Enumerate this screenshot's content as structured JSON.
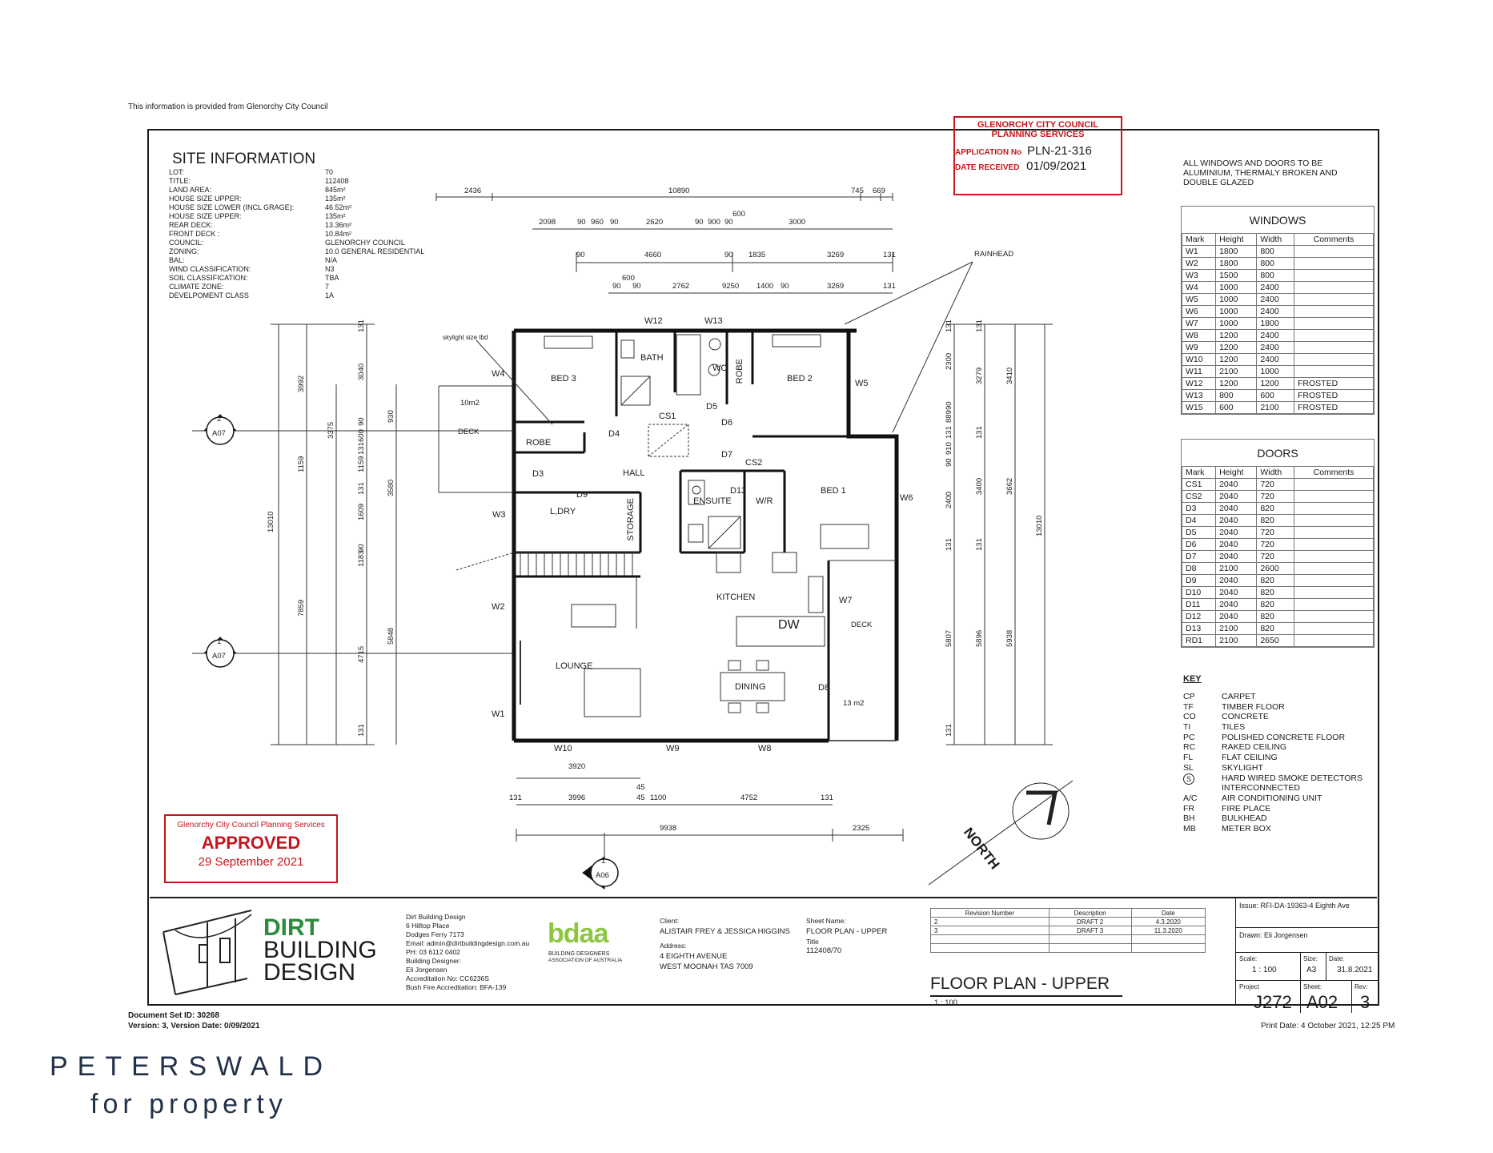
{
  "header_note": "This information is provided from Glenorchy City Council",
  "site_info": {
    "title": "SITE INFORMATION",
    "rows": [
      {
        "k": "LOT:",
        "v": "70"
      },
      {
        "k": "TITLE:",
        "v": "112408"
      },
      {
        "k": "LAND AREA:",
        "v": "845m²"
      },
      {
        "k": "HOUSE SIZE UPPER:",
        "v": "135m²"
      },
      {
        "k": "HOUSE SIZE LOWER (INCL GRAGE):",
        "v": "46.52m²"
      },
      {
        "k": "HOUSE SIZE UPPER:",
        "v": "135m²"
      },
      {
        "k": "REAR DECK:",
        "v": "13.36m²"
      },
      {
        "k": "FRONT DECK :",
        "v": "10.84m²"
      },
      {
        "k": "COUNCIL:",
        "v": "GLENORCHY COUNCIL"
      },
      {
        "k": "ZONING:",
        "v": "10.0 GENERAL RESIDENTIAL"
      },
      {
        "k": "BAL:",
        "v": "N/A"
      },
      {
        "k": "WIND CLASSIFICATION:",
        "v": "N3"
      },
      {
        "k": "SOIL CLASSIFICATION:",
        "v": "TBA"
      },
      {
        "k": "CLIMATE ZONE:",
        "v": "7"
      },
      {
        "k": "DEVELPOMENT CLASS",
        "v": "1A"
      }
    ]
  },
  "council_stamp": {
    "line1": "GLENORCHY CITY COUNCIL",
    "line2": "PLANNING SERVICES",
    "app_label": "APPLICATION No",
    "app_value": "PLN-21-316",
    "date_label": "DATE RECEIVED",
    "date_value": "01/09/2021"
  },
  "windows_note": "ALL WINDOWS AND DOORS TO BE ALUMINIUM, THERMALY BROKEN AND DOUBLE GLAZED",
  "windows": {
    "title": "WINDOWS",
    "headers": [
      "Mark",
      "Height",
      "Width",
      "Comments"
    ],
    "rows": [
      [
        "W1",
        "1800",
        "800",
        ""
      ],
      [
        "W2",
        "1800",
        "800",
        ""
      ],
      [
        "W3",
        "1500",
        "800",
        ""
      ],
      [
        "W4",
        "1000",
        "2400",
        ""
      ],
      [
        "W5",
        "1000",
        "2400",
        ""
      ],
      [
        "W6",
        "1000",
        "2400",
        ""
      ],
      [
        "W7",
        "1000",
        "1800",
        ""
      ],
      [
        "W8",
        "1200",
        "2400",
        ""
      ],
      [
        "W9",
        "1200",
        "2400",
        ""
      ],
      [
        "W10",
        "1200",
        "2400",
        ""
      ],
      [
        "W11",
        "2100",
        "1000",
        ""
      ],
      [
        "W12",
        "1200",
        "1200",
        "FROSTED"
      ],
      [
        "W13",
        "800",
        "600",
        "FROSTED"
      ],
      [
        "W15",
        "600",
        "2100",
        "FROSTED"
      ]
    ]
  },
  "doors": {
    "title": "DOORS",
    "headers": [
      "Mark",
      "Height",
      "Width",
      "Comments"
    ],
    "rows": [
      [
        "CS1",
        "2040",
        "720",
        ""
      ],
      [
        "CS2",
        "2040",
        "720",
        ""
      ],
      [
        "D3",
        "2040",
        "820",
        ""
      ],
      [
        "D4",
        "2040",
        "820",
        ""
      ],
      [
        "D5",
        "2040",
        "720",
        ""
      ],
      [
        "D6",
        "2040",
        "720",
        ""
      ],
      [
        "D7",
        "2040",
        "720",
        ""
      ],
      [
        "D8",
        "2100",
        "2600",
        ""
      ],
      [
        "D9",
        "2040",
        "820",
        ""
      ],
      [
        "D10",
        "2040",
        "820",
        ""
      ],
      [
        "D11",
        "2040",
        "820",
        ""
      ],
      [
        "D12",
        "2040",
        "820",
        ""
      ],
      [
        "D13",
        "2100",
        "820",
        ""
      ],
      [
        "RD1",
        "2100",
        "2650",
        ""
      ]
    ]
  },
  "key": {
    "title": "KEY",
    "rows": [
      [
        "CP",
        "CARPET"
      ],
      [
        "TF",
        "TIMBER FLOOR"
      ],
      [
        "CO",
        "CONCRETE"
      ],
      [
        "TI",
        "TILES"
      ],
      [
        "PC",
        "POLISHED CONCRETE FLOOR"
      ],
      [
        "RC",
        "RAKED CEILING"
      ],
      [
        "FL",
        "FLAT CEILING"
      ],
      [
        "SL",
        "SKYLIGHT"
      ],
      [
        "S",
        "HARD WIRED SMOKE DETECTORS"
      ],
      [
        "",
        "INTERCONNECTED"
      ],
      [
        "A/C",
        "AIR CONDITIONING UNIT"
      ],
      [
        "FR",
        "FIRE PLACE"
      ],
      [
        "BH",
        "BULKHEAD"
      ],
      [
        "MB",
        "METER BOX"
      ]
    ]
  },
  "approved_stamp": {
    "line1": "Glenorchy City Council Planning Services",
    "line2": "APPROVED",
    "line3": "29 September 2021"
  },
  "rooms": {
    "bed3": "BED 3",
    "bath": "BATH",
    "wc": "WC",
    "robe_v": "ROBE",
    "bed2": "BED 2",
    "robe_h": "ROBE",
    "hall": "HALL",
    "ldry": "L,DRY",
    "storage": "STORAGE",
    "ensuite": "ENSUITE",
    "wir": "W/R",
    "bed1": "BED 1",
    "kitchen": "KITCHEN",
    "dw": "DW",
    "lounge": "LOUNGE",
    "dining": "DINING",
    "deck_front": "DECK",
    "deck_rear": "DECK",
    "area1": "10m2",
    "area2": "13 m2",
    "skylight": "skylight size tbd",
    "rainhead": "RAINHEAD",
    "north": "NORTH"
  },
  "openings": {
    "w12": "W12",
    "w13": "W13",
    "w4": "W4",
    "w5": "W5",
    "w6": "W6",
    "w3": "W3",
    "w2": "W2",
    "w1": "W1",
    "w7": "W7",
    "w10": "W10",
    "w9": "W9",
    "w8": "W8",
    "cs1": "CS1",
    "cs2": "CS2",
    "d3": "D3",
    "d4": "D4",
    "d5": "D5",
    "d6": "D6",
    "d7": "D7",
    "d8": "D8",
    "d9": "D9",
    "d13": "D13"
  },
  "dims_top": {
    "r1": [
      "2436",
      "10890",
      "745",
      "669"
    ],
    "r2": [
      "2098",
      "90",
      "960",
      "90",
      "2620",
      "90",
      "900",
      "90",
      "3000"
    ],
    "r2b": "600",
    "r3": [
      "90",
      "4660",
      "90",
      "1835",
      "3269",
      "131"
    ],
    "r4": [
      "600",
      "90",
      "90",
      "2762",
      "9250",
      "1400",
      "90",
      "3269",
      "131"
    ]
  },
  "dims_left": [
    "131",
    "3040",
    "3992",
    "3375",
    "930",
    "90",
    "600",
    "131",
    "1159",
    "3580",
    "1159",
    "131",
    "1609",
    "13010",
    "90",
    "1183",
    "7859",
    "5848",
    "4715",
    "131"
  ],
  "dims_right": [
    "131",
    "131",
    "2300",
    "3279",
    "3410",
    "90",
    "889",
    "131",
    "910",
    "90",
    "131",
    "2400",
    "3400",
    "3662",
    "13010",
    "131",
    "131",
    "5807",
    "5896",
    "5938",
    "131"
  ],
  "dims_bottom": {
    "r1": "3920",
    "r2": [
      "131",
      "3996",
      "45",
      "45",
      "1100",
      "4752",
      "131"
    ],
    "r3": [
      "9938",
      "2325"
    ]
  },
  "section_markers": [
    {
      "num": "2",
      "sheet": "A07"
    },
    {
      "num": "1",
      "sheet": "A07"
    },
    {
      "num": "1",
      "sheet": "A06"
    }
  ],
  "title_block": {
    "company_line1": "DIRT",
    "company_line2": "BUILDING",
    "company_line3": "DESIGN",
    "contact": [
      "Dirt Building Design",
      "6 Hilltop Place",
      "Dodges Ferry 7173",
      "Email: admin@dirtbuildingdesign.com.au",
      "PH: 03 6112 0402",
      "Building Designer:",
      "Eli Jorgensen",
      "Accreditation No: CC6236S",
      "Bush Fire Accreditation: BFA-139"
    ],
    "bdaa": "bdaa",
    "bdaa_sub1": "BUILDING DESIGNERS",
    "bdaa_sub2": "ASSOCIATION OF AUSTRALIA",
    "client_label": "Client:",
    "client": "ALISTAIR FREY & JESSICA HIGGINS",
    "address_label": "Address:",
    "address1": "4 EIGHTH AVENUE",
    "address2": "WEST MOONAH TAS 7009",
    "sheet_name_label": "Sheet Name:",
    "sheet_name": "FLOOR PLAN - UPPER",
    "title_label": "Title",
    "title": "112408/70",
    "revisions_headers": [
      "Revision Number",
      "Description",
      "Date"
    ],
    "revisions": [
      [
        "2",
        "DRAFT 2",
        "4.3.2020"
      ],
      [
        "3",
        "DRAFT 3",
        "11.3.2020"
      ]
    ],
    "plan_title": "FLOOR PLAN - UPPER",
    "plan_scale": "1 : 100",
    "issue": "Issue: RFI-DA-19363-4 Eighth Ave",
    "drawn": "Drawn: Eli Jorgensen",
    "scale_label": "Scale:",
    "scale": "1 : 100",
    "size_label": "Size:",
    "size": "A3",
    "date_label": "Date:",
    "date": "31.8.2021",
    "project_label": "Project",
    "project": "J272",
    "sheet_label": "Sheet:",
    "sheet": "A02",
    "rev_label": "Rev:",
    "rev": "3"
  },
  "footer": {
    "doc_set": "Document Set ID: 30268",
    "version": "Version: 3, Version Date: 0/09/2021",
    "print_date": "Print Date: 4 October 2021, 12:25 PM",
    "brand1": "PETERSWALD",
    "brand2": "for property"
  },
  "colors": {
    "stamp_red": "#c4161c",
    "line": "#1b1b1b",
    "brand": "#22314a",
    "bdaa_green": "#8dc63f"
  }
}
